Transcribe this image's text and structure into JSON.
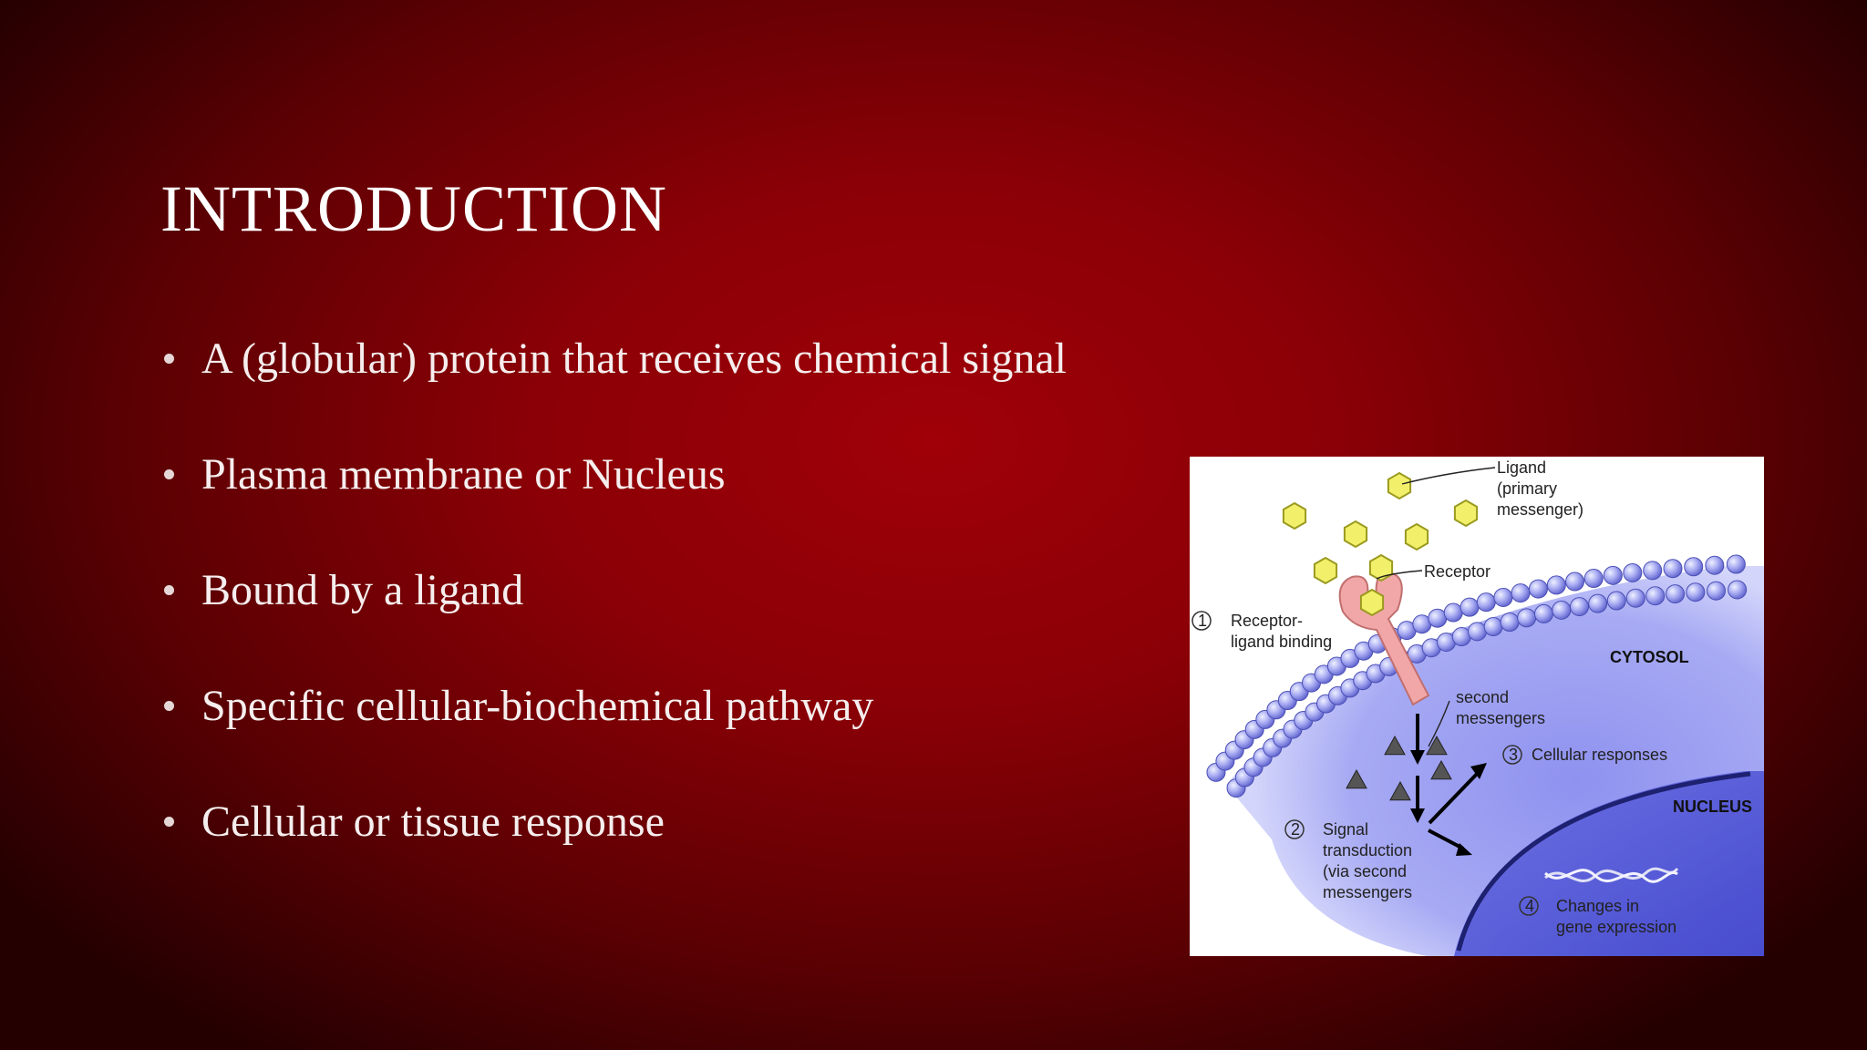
{
  "slide": {
    "title": "INTRODUCTION",
    "bullets": [
      "A (globular) protein that receives chemical signal",
      "Plasma membrane or Nucleus",
      "Bound by a ligand",
      "Specific cellular-biochemical pathway",
      "Cellular or tissue response"
    ]
  },
  "figure": {
    "ligand_label": [
      "Ligand",
      "(primary",
      "messenger)"
    ],
    "receptor_label": "Receptor",
    "step1_num": "1",
    "step1_label": [
      "Receptor-",
      "ligand binding"
    ],
    "cytosol_label": "CYTOSOL",
    "second_messengers_label": [
      "second",
      "messengers"
    ],
    "step3_num": "3",
    "step3_label": "Cellular responses",
    "nucleus_label": "NUCLEUS",
    "step2_num": "2",
    "step2_label": [
      "Signal",
      "transduction",
      "(via second",
      "messengers"
    ],
    "step4_num": "4",
    "step4_label": [
      "Changes in",
      "gene expression"
    ]
  }
}
